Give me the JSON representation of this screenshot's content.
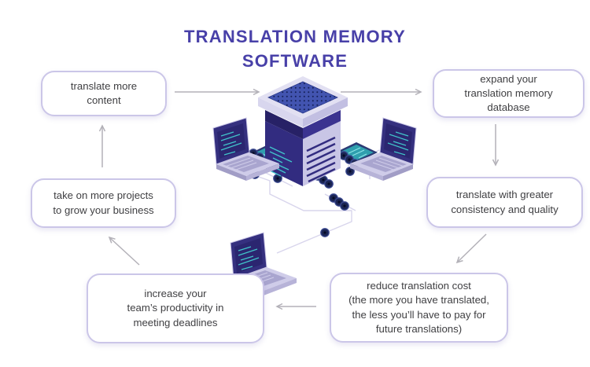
{
  "title": {
    "lines": [
      "TRANSLATION MEMORY",
      "SOFTWARE"
    ]
  },
  "nodes": [
    {
      "id": "translate-more-content",
      "lines": [
        "translate more",
        "content"
      ]
    },
    {
      "id": "expand-translation-memory",
      "lines": [
        "expand your",
        "translation memory",
        "database"
      ]
    },
    {
      "id": "translate-with-consistency",
      "lines": [
        "translate with greater",
        "consistency and quality"
      ]
    },
    {
      "id": "reduce-translation-cost",
      "lines": [
        "reduce translation cost",
        "(the more you have translated,",
        "the less you’ll have to pay for",
        "future translations)"
      ]
    },
    {
      "id": "increase-productivity",
      "lines": [
        "increase your",
        "team’s productivity in",
        "meeting deadlines"
      ]
    },
    {
      "id": "take-on-more-projects",
      "lines": [
        "take on more projects",
        "to grow your business"
      ]
    }
  ],
  "illustration": {
    "icons": [
      "server-icon",
      "laptop-icon-left",
      "laptop-icon-right",
      "laptop-icon-bottom",
      "tablet-icon-left",
      "tablet-icon-right",
      "network-lines",
      "network-node-dots"
    ]
  },
  "colors": {
    "title": "#4840a8",
    "box_border": "#cbc6e8",
    "body_text": "#3f3f42",
    "arrow": "#b3b1b8",
    "server_dark": "#322c80",
    "server_light": "#c9c6e6",
    "code_teal": "#41c4ca",
    "node_dot": "#1b2553",
    "floor_line": "#d8d5ec"
  }
}
